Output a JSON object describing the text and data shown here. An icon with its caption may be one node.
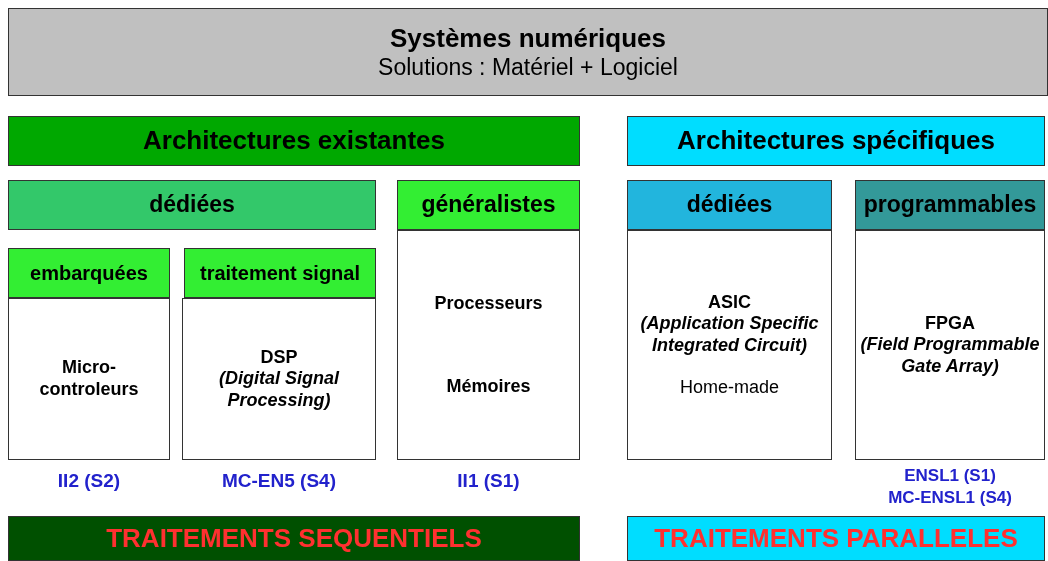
{
  "diagram": {
    "nodes": [
      {
        "text": [
          "Systèmes numériques",
          "Solutions : Matériel + Logiciel"
        ]
      },
      {
        "text": [
          "Architectures existantes"
        ]
      },
      {
        "text": [
          "dédiées"
        ]
      },
      {
        "text": [
          "embarquées"
        ]
      },
      {
        "text": [
          "Micro- controleurs"
        ]
      },
      {
        "text": [
          "traitement signal"
        ]
      },
      {
        "text": [
          "DSP",
          "(Digital Signal Processing)"
        ]
      },
      {
        "text": [
          "généralistes"
        ]
      },
      {
        "text": [
          "Processeurs",
          "Mémoires"
        ]
      },
      {
        "text": [
          "Architectures spécifiques"
        ]
      },
      {
        "text": [
          "dédiées"
        ]
      },
      {
        "text": [
          "ASIC",
          "(Application Specific Integrated Circuit)",
          "Home-made"
        ]
      },
      {
        "text": [
          "programmables"
        ]
      },
      {
        "text": [
          "FPGA",
          "(Field Programmable Gate Array)"
        ]
      },
      {
        "text": [
          "TRAITEMENTS SEQUENTIELS"
        ]
      },
      {
        "text": [
          "TRAITEMENTS PARALLELES"
        ]
      }
    ],
    "edges": [],
    "labels": [
      "II2 (S2)",
      "MC-EN5 (S4)",
      "II1 (S1)",
      "ENSL1 (S1)",
      "MC-ENSL1 (S4)"
    ]
  }
}
